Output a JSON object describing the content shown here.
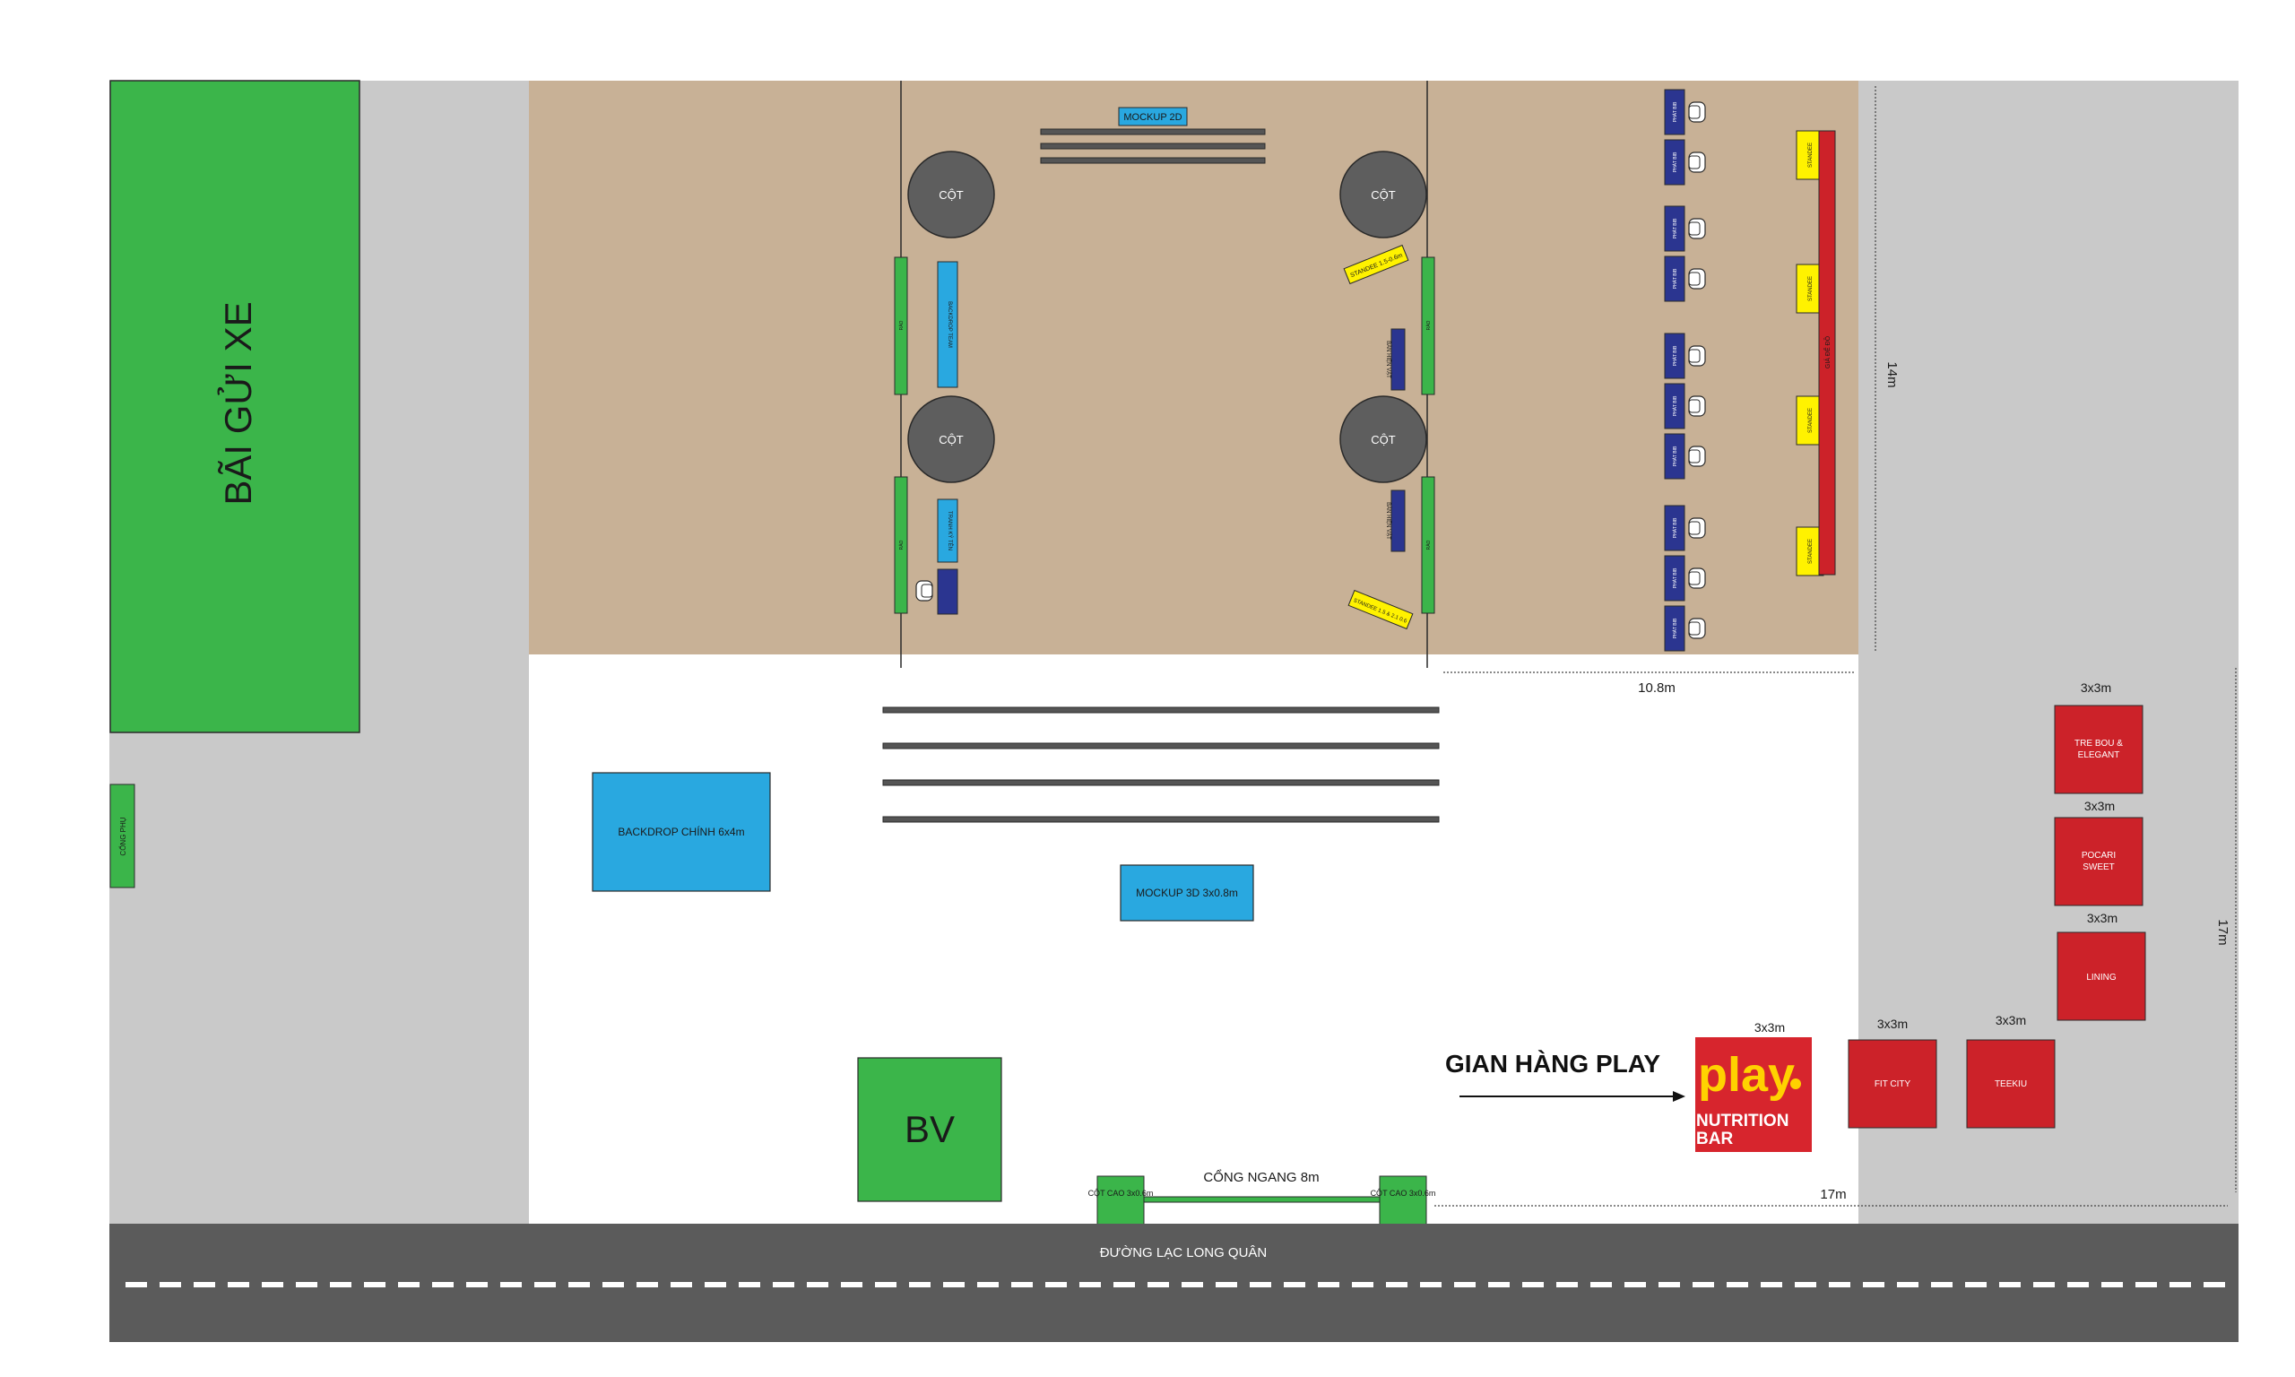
{
  "labels": {
    "parking": "BÃI GỬI XE",
    "side_gate": "CỔNG PHỤ",
    "mockup_2d": "MOCKUP 2D",
    "column": "CỘT",
    "backdrop_left": "BACKDROP TEAM",
    "backdrop_main": "BACKDROP CHÍNH 6x4m",
    "mockup_3d": "MOCKUP 3D 3x0.8m",
    "bv": "BV",
    "gate_pillar": "CỘT CAO 3x0.6m",
    "main_gate": "CỔNG NGANG 8m",
    "road": "ĐƯỜNG LẠC LONG QUÂN",
    "play_booth": "GIAN HÀNG PLAY",
    "play_logo_word": "play",
    "play_logo_sub1": "NUTRITION",
    "play_logo_sub2": "BAR",
    "standee_1": "STANDEE 1.5-0.6m",
    "standee_2": "STANDEE 1.5 & 2.1 0.6",
    "small_panel": "TRANH KÝ TÊN",
    "side_display": "BÀN HIỆN VẬT",
    "rack": "GIÁ ĐỂ ĐỒ",
    "staff_desk": "PHÁT BIB",
    "yellow_standee": "STANDEE",
    "wall": "RÀO"
  },
  "dimensions": {
    "height_top": "14m",
    "width_top": "10.8m",
    "height_side": "17m",
    "width_bottom": "17m"
  },
  "booths": [
    {
      "name": "TRE BOU & ELEGANT",
      "size": "3x3m"
    },
    {
      "name": "POCARI SWEET",
      "size": "3x3m"
    },
    {
      "name": "LINING",
      "size": "3x3m"
    },
    {
      "name": "FIT CITY",
      "size": "3x3m"
    },
    {
      "name": "TEEKIU",
      "size": "3x3m"
    },
    {
      "name": "PLAY",
      "size": "3x3m"
    }
  ],
  "colors": {
    "grey_area": "#c9c9c9",
    "tan_area": "#c8b196",
    "green": "#3bb54a",
    "blue": "#29a8e0",
    "dark_blue": "#2b3590",
    "red": "#cc2229",
    "yellow": "#fff200",
    "road": "#5b5b5b",
    "column": "#5e5e5e",
    "play_yellow": "#ffd200"
  }
}
